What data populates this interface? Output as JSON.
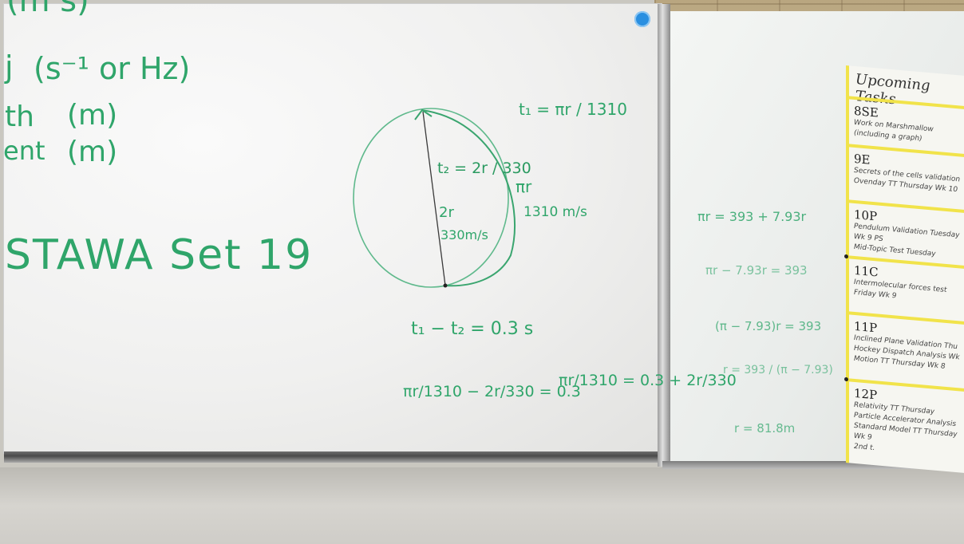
{
  "left_board": {
    "line_units_1": "(s⁻¹ or Hz)",
    "line_units_2": "(m)",
    "line_units_3": "(m)",
    "line_frag_1": "j",
    "line_frag_2": "th",
    "line_frag_3": "ent",
    "heading": "STAWA Set 19",
    "t1_expr": "t₁ = πr / 1310",
    "t2_expr": "t₂ = 2r / 330",
    "arc_label": "πr",
    "arc_speed": "1310 m/s",
    "diam_label": "2r",
    "diam_speed": "330m/s",
    "eq_diff": "t₁ − t₂ = 0.3 s",
    "eq_a": "πr/1310 − 2r/330 = 0.3",
    "eq_b": "πr/1310 = 0.3 + 2r/330"
  },
  "right_board": {
    "eq_1": "πr = 393 + 7.93r",
    "eq_2": "πr − 7.93r = 393",
    "eq_3": "(π − 7.93)r = 393",
    "eq_4": "r = 393 / (π − 7.93)",
    "eq_5": "r = 81.8m"
  },
  "tasks": {
    "title": "Upcoming Tasks",
    "items": [
      {
        "tag": "8SE",
        "lines": [
          "Work on Marshmallow",
          "(including a graph)"
        ]
      },
      {
        "tag": "9E",
        "lines": [
          "Secrets of the cells validation",
          "Ovenday TT Thursday Wk 10"
        ]
      },
      {
        "tag": "10P",
        "lines": [
          "Pendulum Validation Tuesday",
          "Wk 9 PS",
          "Mid-Topic Test Tuesday"
        ]
      },
      {
        "tag": "11C",
        "lines": [
          "Intermolecular forces test",
          "Friday Wk 9"
        ]
      },
      {
        "tag": "11P",
        "lines": [
          "Inclined Plane Validation Thu",
          "Hockey Dispatch Analysis Wk",
          "Motion TT Thursday Wk 8"
        ]
      },
      {
        "tag": "12P",
        "lines": [
          "Relativity TT Thursday",
          "Particle Accelerator Analysis",
          "Standard Model TT Thursday Wk 9",
          "2nd t."
        ]
      }
    ]
  },
  "colors": {
    "ink_green": "#2fa56a",
    "task_border": "#f1e34a",
    "badge_blue": "#2a8fe0"
  }
}
